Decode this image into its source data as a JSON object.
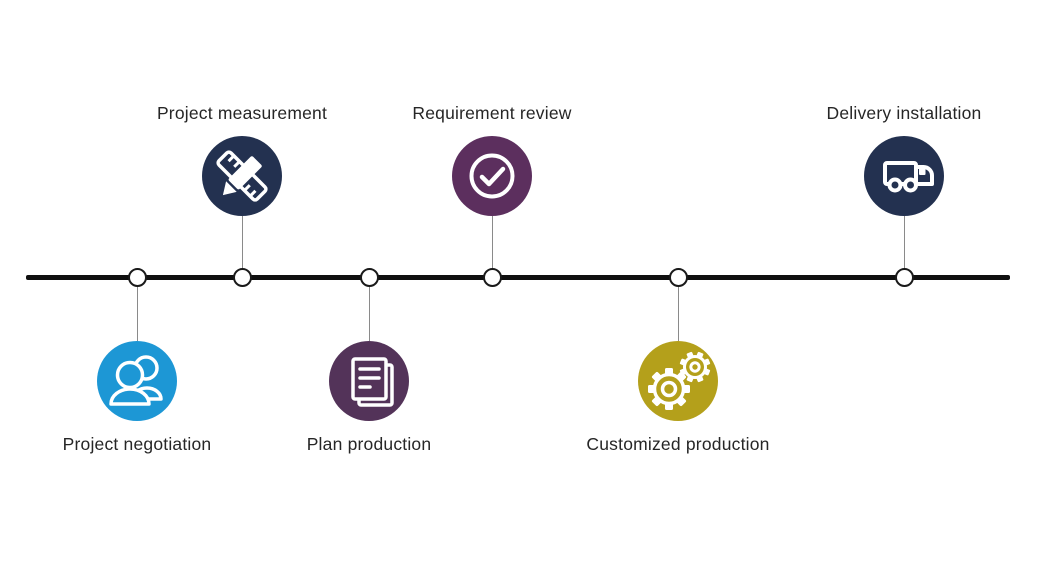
{
  "canvas": {
    "background": "#ffffff"
  },
  "timeline": {
    "line_color": "#101010",
    "connector_color": "#8a8a8a",
    "node_fill": "#ffffff",
    "node_border_color": "#1a1a1a",
    "label_color": "#262626"
  },
  "steps": [
    {
      "label": "Project negotiation",
      "icon": "users-icon",
      "color": "#1d97d5",
      "side": "below"
    },
    {
      "label": "Project measurement",
      "icon": "ruler-pencil-icon",
      "color": "#233150",
      "side": "above"
    },
    {
      "label": "Plan production",
      "icon": "document-icon",
      "color": "#533359",
      "side": "below"
    },
    {
      "label": "Requirement review",
      "icon": "check-circle-icon",
      "color": "#5c2f5e",
      "side": "above"
    },
    {
      "label": "Customized production",
      "icon": "gears-icon",
      "color": "#b4a01b",
      "side": "below"
    },
    {
      "label": "Delivery installation",
      "icon": "truck-icon",
      "color": "#233150",
      "side": "above"
    }
  ]
}
